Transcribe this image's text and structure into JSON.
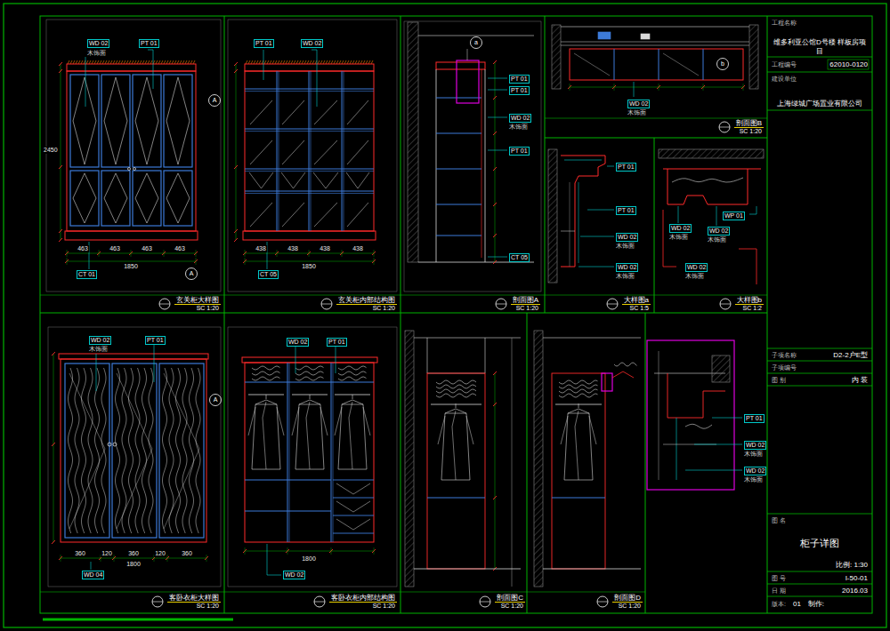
{
  "diagram": {
    "nodes": [
      {
        "text": [
          "工程名称",
          "维多利亚公馆D号楼 样板房项目"
        ]
      },
      {
        "text": [
          "工程编号",
          "62010-0120"
        ]
      },
      {
        "text": [
          "建设单位",
          "上海绿城广场置业有限公司"
        ]
      },
      {
        "text": [
          "子项名称",
          "D2-2户E型"
        ]
      },
      {
        "text": [
          "子项编号"
        ]
      },
      {
        "text": [
          "图 别",
          "内 装"
        ]
      },
      {
        "text": [
          "图 名",
          "柜子详图",
          "比例: 1:30"
        ]
      },
      {
        "text": [
          "图 号",
          "I-50-01"
        ]
      },
      {
        "text": [
          "日 期",
          "2016.03"
        ]
      },
      {
        "text": [
          "版本:",
          "01",
          "制作:"
        ]
      },
      {
        "text": [
          "玄关柜大样图",
          "SC 1:20"
        ]
      },
      {
        "text": [
          "玄关柜内部结构图",
          "SC 1:20"
        ]
      },
      {
        "text": [
          "剖面图A",
          "SC 1:20"
        ]
      },
      {
        "text": [
          "剖面图B",
          "SC 1:20"
        ]
      },
      {
        "text": [
          "大样图a",
          "SC 1:5"
        ]
      },
      {
        "text": [
          "大样图b",
          "SC 1:2"
        ]
      },
      {
        "text": [
          "客卧衣柜大样图",
          "SC 1:20"
        ]
      },
      {
        "text": [
          "客卧衣柜内部结构图",
          "SC 1:20"
        ]
      },
      {
        "text": [
          "剖面图C",
          "SC 1:20"
        ]
      },
      {
        "text": [
          "剖面图D",
          "SC 1:20"
        ]
      }
    ],
    "labels": [
      "WD 02",
      "木饰面",
      "PT 01",
      "1850",
      "463",
      "463",
      "463",
      "463",
      "2450",
      "CT 01",
      "A",
      "A",
      "PT 01",
      "WD 02",
      "438",
      "438",
      "438",
      "438",
      "1850",
      "CT 05",
      "PT 01",
      "PT 01",
      "WD 02",
      "木饰面",
      "PT 01",
      "CT 05",
      "a",
      "WD 02",
      "木饰面",
      "b",
      "PT 01",
      "PT 01",
      "WD 02",
      "木饰面",
      "WD 02",
      "木饰面",
      "WP 01",
      "WD 02",
      "木饰面",
      "WD 02",
      "木饰面",
      "WD 02",
      "木饰面",
      "WD 02",
      "木饰面",
      "PT 01",
      "360",
      "120",
      "360",
      "120",
      "360",
      "1800",
      "WD 04",
      "A",
      "WD 02",
      "PT 01",
      "1800",
      "WD 02",
      "PT 01",
      "WD 02",
      "木饰面",
      "WD 02",
      "木饰面"
    ]
  }
}
